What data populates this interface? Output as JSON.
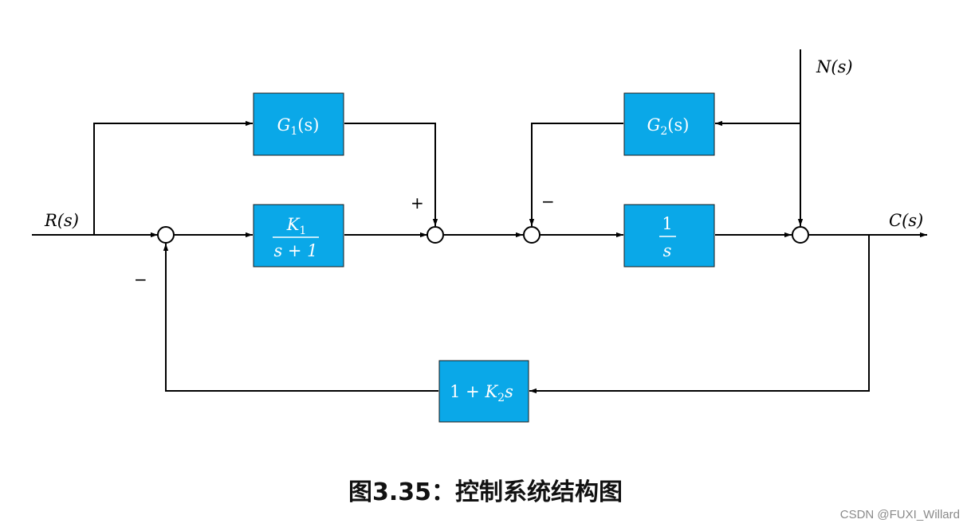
{
  "caption": "图3.35：控制系统结构图",
  "watermark": "CSDN @FUXI_Willard",
  "colors": {
    "block_fill": "#0aa8e8",
    "line": "#000000"
  },
  "signals": {
    "input": "R(s)",
    "output": "C(s)",
    "disturbance": "N(s)"
  },
  "blocks": {
    "g1": {
      "name": "G",
      "sub": "1",
      "arg": "(s)"
    },
    "k1": {
      "num": "K",
      "num_sub": "1",
      "den": "s + 1"
    },
    "g2": {
      "name": "G",
      "sub": "2",
      "arg": "(s)"
    },
    "integrator": {
      "num": "1",
      "den": "s"
    },
    "feedback": {
      "pre": "1 + ",
      "name": "K",
      "sub": "2",
      "post": "s"
    }
  },
  "signs": {
    "plus": "+",
    "minus_j2": "−",
    "minus_j1": "−"
  }
}
